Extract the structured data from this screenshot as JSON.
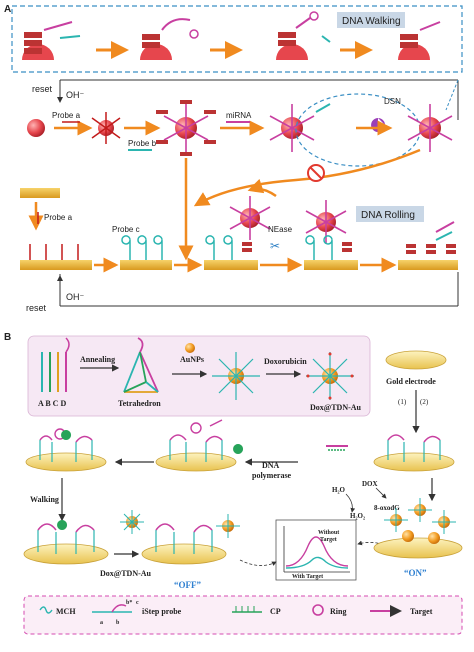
{
  "panelA": {
    "label": "A",
    "dna_walking": "DNA Walking",
    "dna_rolling": "DNA Rolling",
    "reset": "reset",
    "oh": "OH⁻",
    "probe_a": "Probe a",
    "probe_b": "Probe b",
    "probe_c": "Probe c",
    "mirna": "miRNA",
    "dsn": "DSN",
    "nease": "NEase"
  },
  "panelB": {
    "label": "B",
    "annealing": "Annealing",
    "letters": "A  B  C  D",
    "tetrahedron": "Tetrahedron",
    "aunps": "AuNPs",
    "doxorubicin": "Doxorubicin",
    "dox_tdn_au": "Dox@TDN-Au",
    "dox_tdn_au_2": "Dox@TDN-Au",
    "gold_electrode": "Gold electrode",
    "step1": "(1)",
    "step2": "(2)",
    "dna_polymerase_1": "DNA",
    "dna_polymerase_2": "polymerase",
    "walking": "Walking",
    "dox": "DOX",
    "h2o": "H₂O",
    "h2o2": "H₂O₂",
    "oxodg": "8-oxodG",
    "without_target_1": "Without",
    "without_target_2": "Target",
    "with_target": "With Target",
    "off": "“OFF”",
    "on": "“ON”",
    "legend": {
      "mch": "MCH",
      "istep": "iStep probe",
      "cp": "CP",
      "ring": "Ring",
      "target": "Target",
      "seg_a": "a",
      "seg_b": "b",
      "seg_bstar": "b*",
      "seg_c": "c"
    }
  },
  "colors": {
    "orange": "#f08a1f",
    "dashed_blue": "#3b8fc4",
    "red_sphere": "#e6464d",
    "gold": "#e9b43a",
    "legend_border": "#d44bb0",
    "legend_bg": "#fbeef7",
    "off_blue": "#2e7fd0",
    "on_blue": "#2e7fd0",
    "magenta": "#c83fa0",
    "teal": "#2bb5b0",
    "green": "#27a35a"
  }
}
